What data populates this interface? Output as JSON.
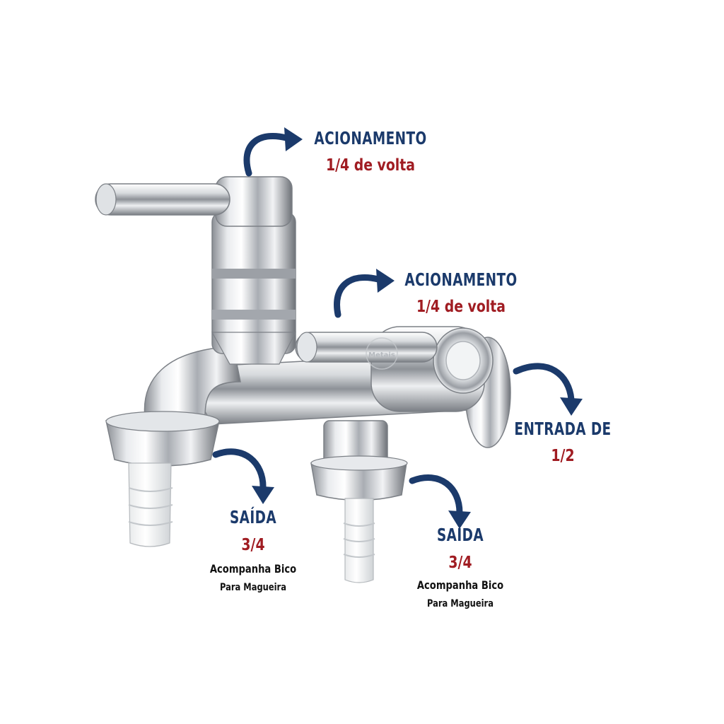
{
  "callouts": {
    "top_lever": {
      "title": "ACIONAMENTO",
      "subtitle": "1/4 de volta"
    },
    "side_lever": {
      "title": "ACIONAMENTO",
      "subtitle": "1/4 de volta"
    },
    "inlet": {
      "title": "ENTRADA DE",
      "subtitle": "1/2"
    },
    "outlet_left": {
      "title": "SAÍDA",
      "subtitle": "3/4",
      "note_line1": "Acompanha Bico",
      "note_line2": "Para Magueira"
    },
    "outlet_right": {
      "title": "SAÍDA",
      "subtitle": "3/4",
      "note_line1": "Acompanha Bico",
      "note_line2": "Para Magueira"
    }
  },
  "watermark": "Metais",
  "colors": {
    "title": "#1b3a6b",
    "subtitle": "#a01c22",
    "note": "#111111",
    "arrow": "#1b3a6b",
    "chrome_dark": "#6e7278",
    "chrome_light": "#f4f5f6"
  }
}
